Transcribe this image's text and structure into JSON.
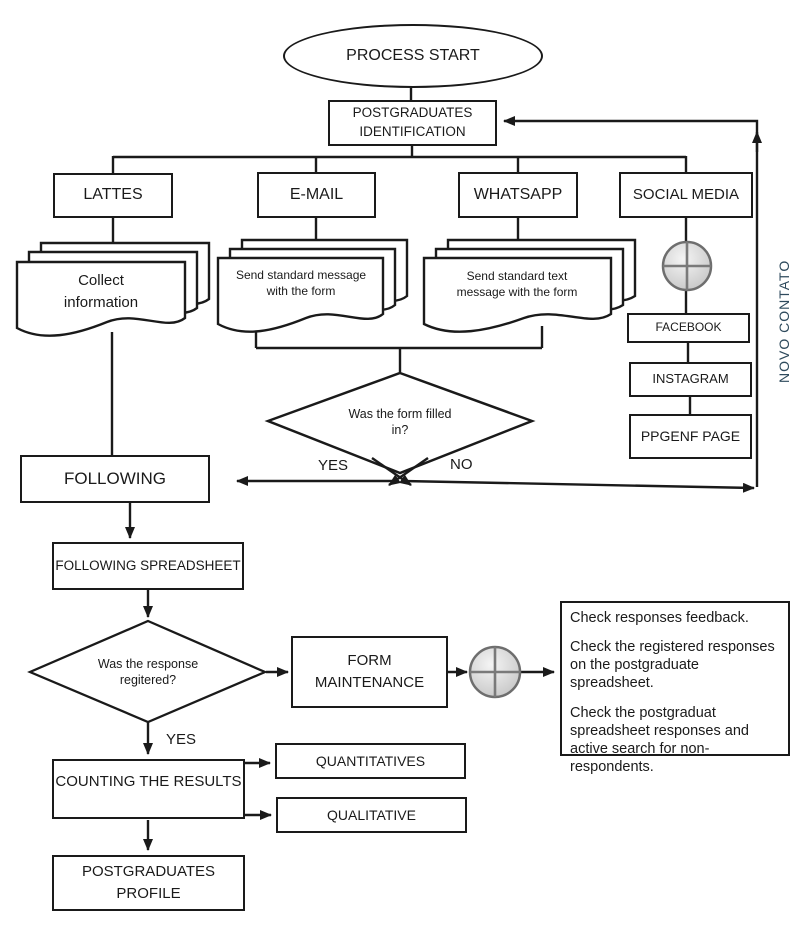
{
  "colors": {
    "line": "#1a1a1a",
    "novo_contato_text": "#2e4a5c",
    "connector_fill": "#c9c9c9"
  },
  "flowchart": {
    "start": {
      "label": "PROCESS START"
    },
    "identification": {
      "label": "POSTGRADUATES IDENTIFICATION"
    },
    "channels": {
      "lattes": "LATTES",
      "email": "E-MAIL",
      "whatsapp": "WHATSAPP",
      "social_media": "SOCIAL MEDIA"
    },
    "documents": {
      "collect": "Collect information",
      "email_msg": "Send standard message with the form",
      "whatsapp_msg": "Send standard text message with the form"
    },
    "social_pages": {
      "facebook": "FACEBOOK",
      "instagram": "INSTAGRAM",
      "ppgenf": "PPGENF PAGE"
    },
    "feedback_label": "NOVO CONTATO",
    "decision_form": {
      "question": "Was the form filled in?",
      "yes": "YES",
      "no": "NO"
    },
    "following": {
      "label": "FOLLOWING"
    },
    "following_spreadsheet": {
      "label": "FOLLOWING SPREADSHEET"
    },
    "decision_response": {
      "question": "Was the response regitered?",
      "yes": "YES"
    },
    "form_maintenance": {
      "label": "FORM MAINTENANCE"
    },
    "maintenance_notes": [
      "Check responses feedback.",
      "Check the registered responses on the postgraduate spreadsheet.",
      "Check the postgraduat spreadsheet responses and active search for non-respondents."
    ],
    "counting": {
      "label": "COUNTING THE RESULTS"
    },
    "outputs": {
      "quantitatives": "QUANTITATIVES",
      "qualitative": "QUALITATIVE"
    },
    "profile": {
      "label": "POSTGRADUATES PROFILE"
    }
  },
  "icons": {
    "social_connector": "plus-circle",
    "maintenance_connector": "plus-circle"
  }
}
